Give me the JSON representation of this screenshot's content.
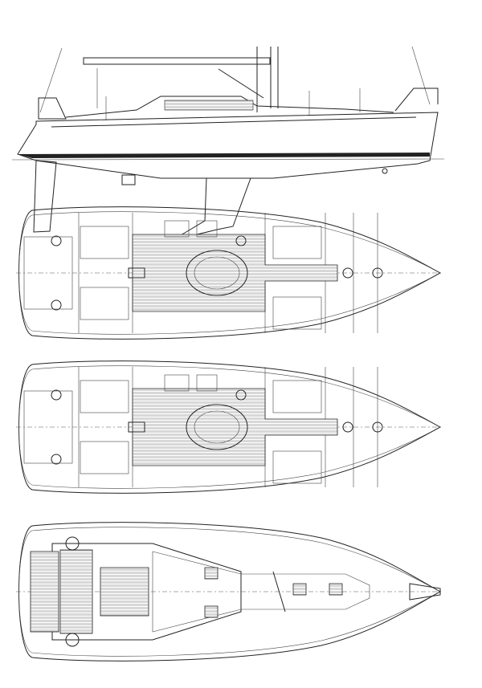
{
  "drawing": {
    "views": [
      "side-profile",
      "interior-layout-a",
      "interior-layout-b",
      "deck-plan"
    ],
    "colors": {
      "line": "#222222",
      "background": "#ffffff",
      "sole-hatch": "#555555"
    }
  }
}
